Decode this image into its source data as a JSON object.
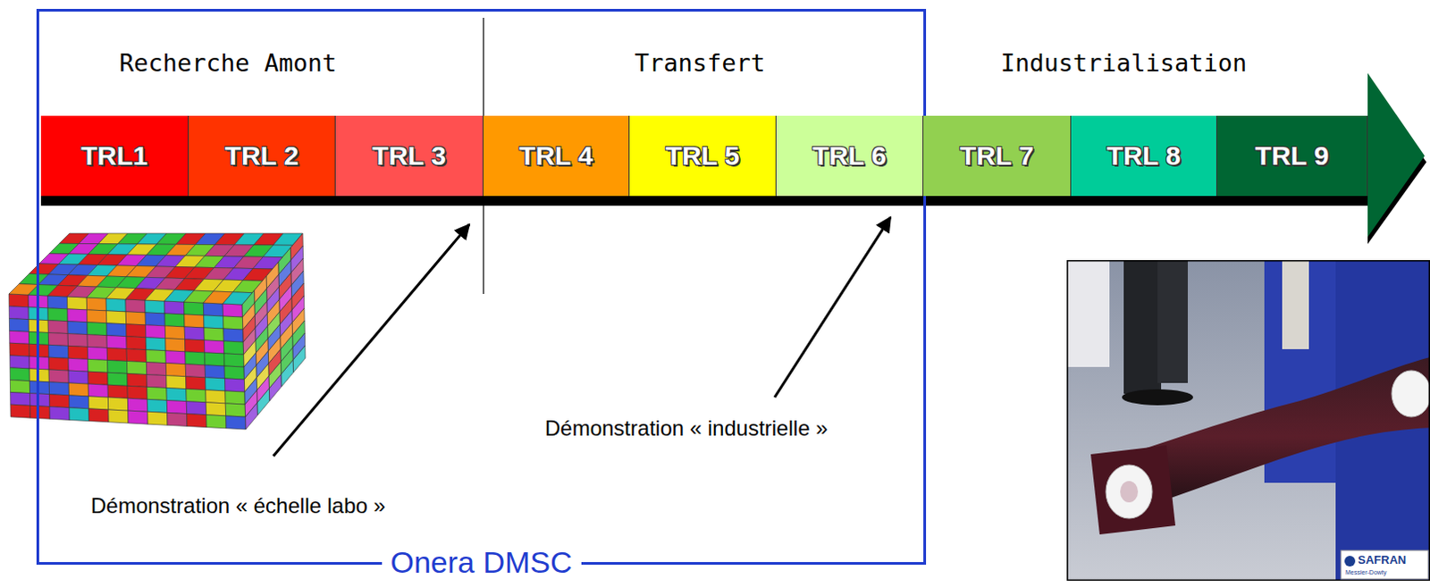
{
  "diagram": {
    "nodes": [
      {
        "text": [
          "Onera DMSC"
        ]
      },
      {
        "text": [
          "TRL1"
        ],
        "in": 0
      },
      {
        "text": [
          "TRL 2"
        ],
        "in": 0
      },
      {
        "text": [
          "TRL 3"
        ],
        "in": 0
      },
      {
        "text": [
          "TRL 4"
        ],
        "in": 0
      },
      {
        "text": [
          "TRL 5"
        ],
        "in": 0
      },
      {
        "text": [
          "TRL 6"
        ],
        "in": 0
      },
      {
        "text": [
          "TRL 7"
        ]
      },
      {
        "text": [
          "TRL 8"
        ]
      },
      {
        "text": [
          "TRL 9"
        ]
      }
    ],
    "labels": [
      "Recherche Amont",
      "Transfert",
      "Industrialisation",
      "Démonstration « échelle labo »",
      "Démonstration « industrielle »",
      "SAFRAN",
      "Messier-Dowty"
    ]
  }
}
